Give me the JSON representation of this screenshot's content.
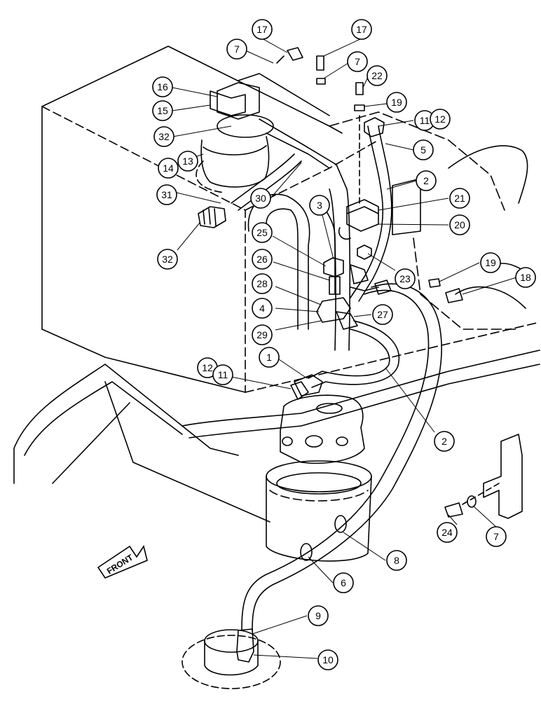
{
  "diagram": {
    "front_label": "FRONT",
    "callouts": [
      {
        "id": "c17a",
        "label": "17"
      },
      {
        "id": "c17b",
        "label": "17"
      },
      {
        "id": "c7a",
        "label": "7"
      },
      {
        "id": "c7b",
        "label": "7"
      },
      {
        "id": "c22",
        "label": "22"
      },
      {
        "id": "c19a",
        "label": "19"
      },
      {
        "id": "c16",
        "label": "16"
      },
      {
        "id": "c15",
        "label": "15"
      },
      {
        "id": "c32a",
        "label": "32"
      },
      {
        "id": "c13",
        "label": "13"
      },
      {
        "id": "c14",
        "label": "14"
      },
      {
        "id": "c11a",
        "label": "11"
      },
      {
        "id": "c12a",
        "label": "12"
      },
      {
        "id": "c5",
        "label": "5"
      },
      {
        "id": "c2a",
        "label": "2"
      },
      {
        "id": "c31",
        "label": "31"
      },
      {
        "id": "c30",
        "label": "30"
      },
      {
        "id": "c21",
        "label": "21"
      },
      {
        "id": "c3",
        "label": "3"
      },
      {
        "id": "c20",
        "label": "20"
      },
      {
        "id": "c32b",
        "label": "32"
      },
      {
        "id": "c25",
        "label": "25"
      },
      {
        "id": "c26",
        "label": "26"
      },
      {
        "id": "c23",
        "label": "23"
      },
      {
        "id": "c19b",
        "label": "19"
      },
      {
        "id": "c18",
        "label": "18"
      },
      {
        "id": "c28",
        "label": "28"
      },
      {
        "id": "c4",
        "label": "4"
      },
      {
        "id": "c27",
        "label": "27"
      },
      {
        "id": "c29",
        "label": "29"
      },
      {
        "id": "c1",
        "label": "1"
      },
      {
        "id": "c12b",
        "label": "12"
      },
      {
        "id": "c11b",
        "label": "11"
      },
      {
        "id": "c2b",
        "label": "2"
      },
      {
        "id": "c24",
        "label": "24"
      },
      {
        "id": "c7c",
        "label": "7"
      },
      {
        "id": "c8",
        "label": "8"
      },
      {
        "id": "c6",
        "label": "6"
      },
      {
        "id": "c9",
        "label": "9"
      },
      {
        "id": "c10",
        "label": "10"
      }
    ]
  }
}
